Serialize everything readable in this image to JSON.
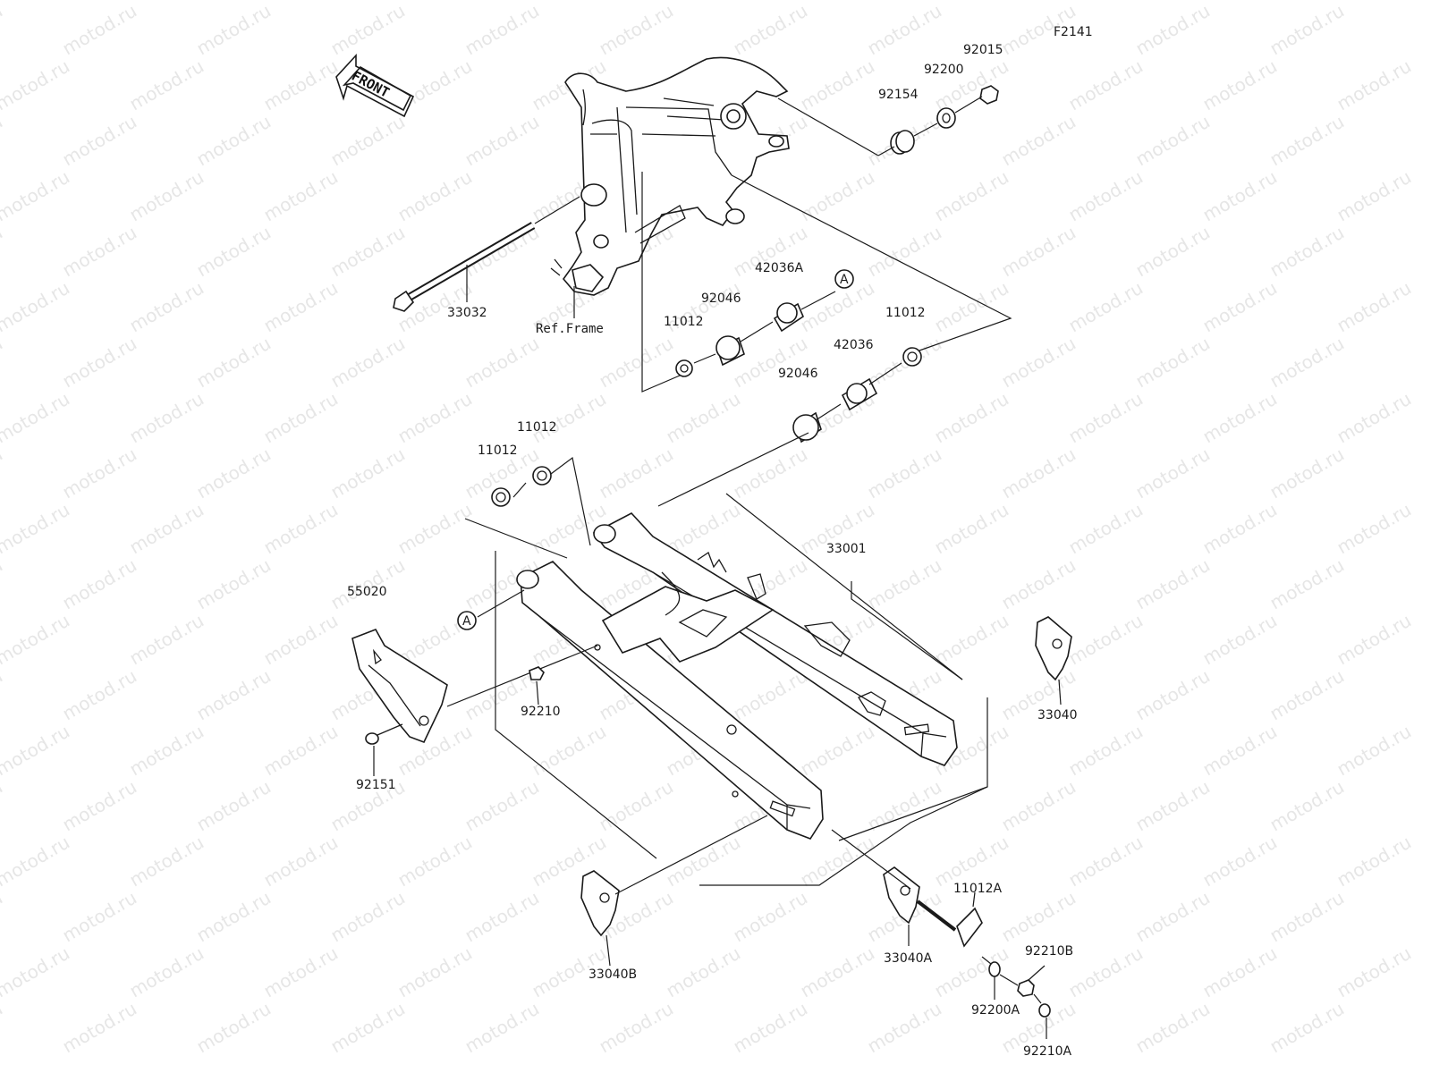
{
  "diagram": {
    "figure_code": "F2141",
    "front_label": "FRONT",
    "watermark_text": "motod.ru",
    "reference_label": "Ref.Frame",
    "reference_marker": "A",
    "ink_color": "#1a1a1a",
    "watermark_color": "#c8c8c8"
  },
  "callouts": [
    {
      "id": "p92015",
      "label": "92015"
    },
    {
      "id": "p92200",
      "label": "92200"
    },
    {
      "id": "p92154",
      "label": "92154"
    },
    {
      "id": "p33032",
      "label": "33032"
    },
    {
      "id": "p42036A",
      "label": "42036A"
    },
    {
      "id": "p92046a",
      "label": "92046"
    },
    {
      "id": "p11012a",
      "label": "11012"
    },
    {
      "id": "p11012b",
      "label": "11012"
    },
    {
      "id": "p42036",
      "label": "42036"
    },
    {
      "id": "p92046b",
      "label": "92046"
    },
    {
      "id": "p11012c",
      "label": "11012"
    },
    {
      "id": "p11012d",
      "label": "11012"
    },
    {
      "id": "p33001",
      "label": "33001"
    },
    {
      "id": "p55020",
      "label": "55020"
    },
    {
      "id": "p92210",
      "label": "92210"
    },
    {
      "id": "p92151",
      "label": "92151"
    },
    {
      "id": "p33040",
      "label": "33040"
    },
    {
      "id": "p33040B",
      "label": "33040B"
    },
    {
      "id": "p33040A",
      "label": "33040A"
    },
    {
      "id": "p11012A",
      "label": "11012A"
    },
    {
      "id": "p92210B",
      "label": "92210B"
    },
    {
      "id": "p92200A",
      "label": "92200A"
    },
    {
      "id": "p92210A",
      "label": "92210A"
    }
  ]
}
